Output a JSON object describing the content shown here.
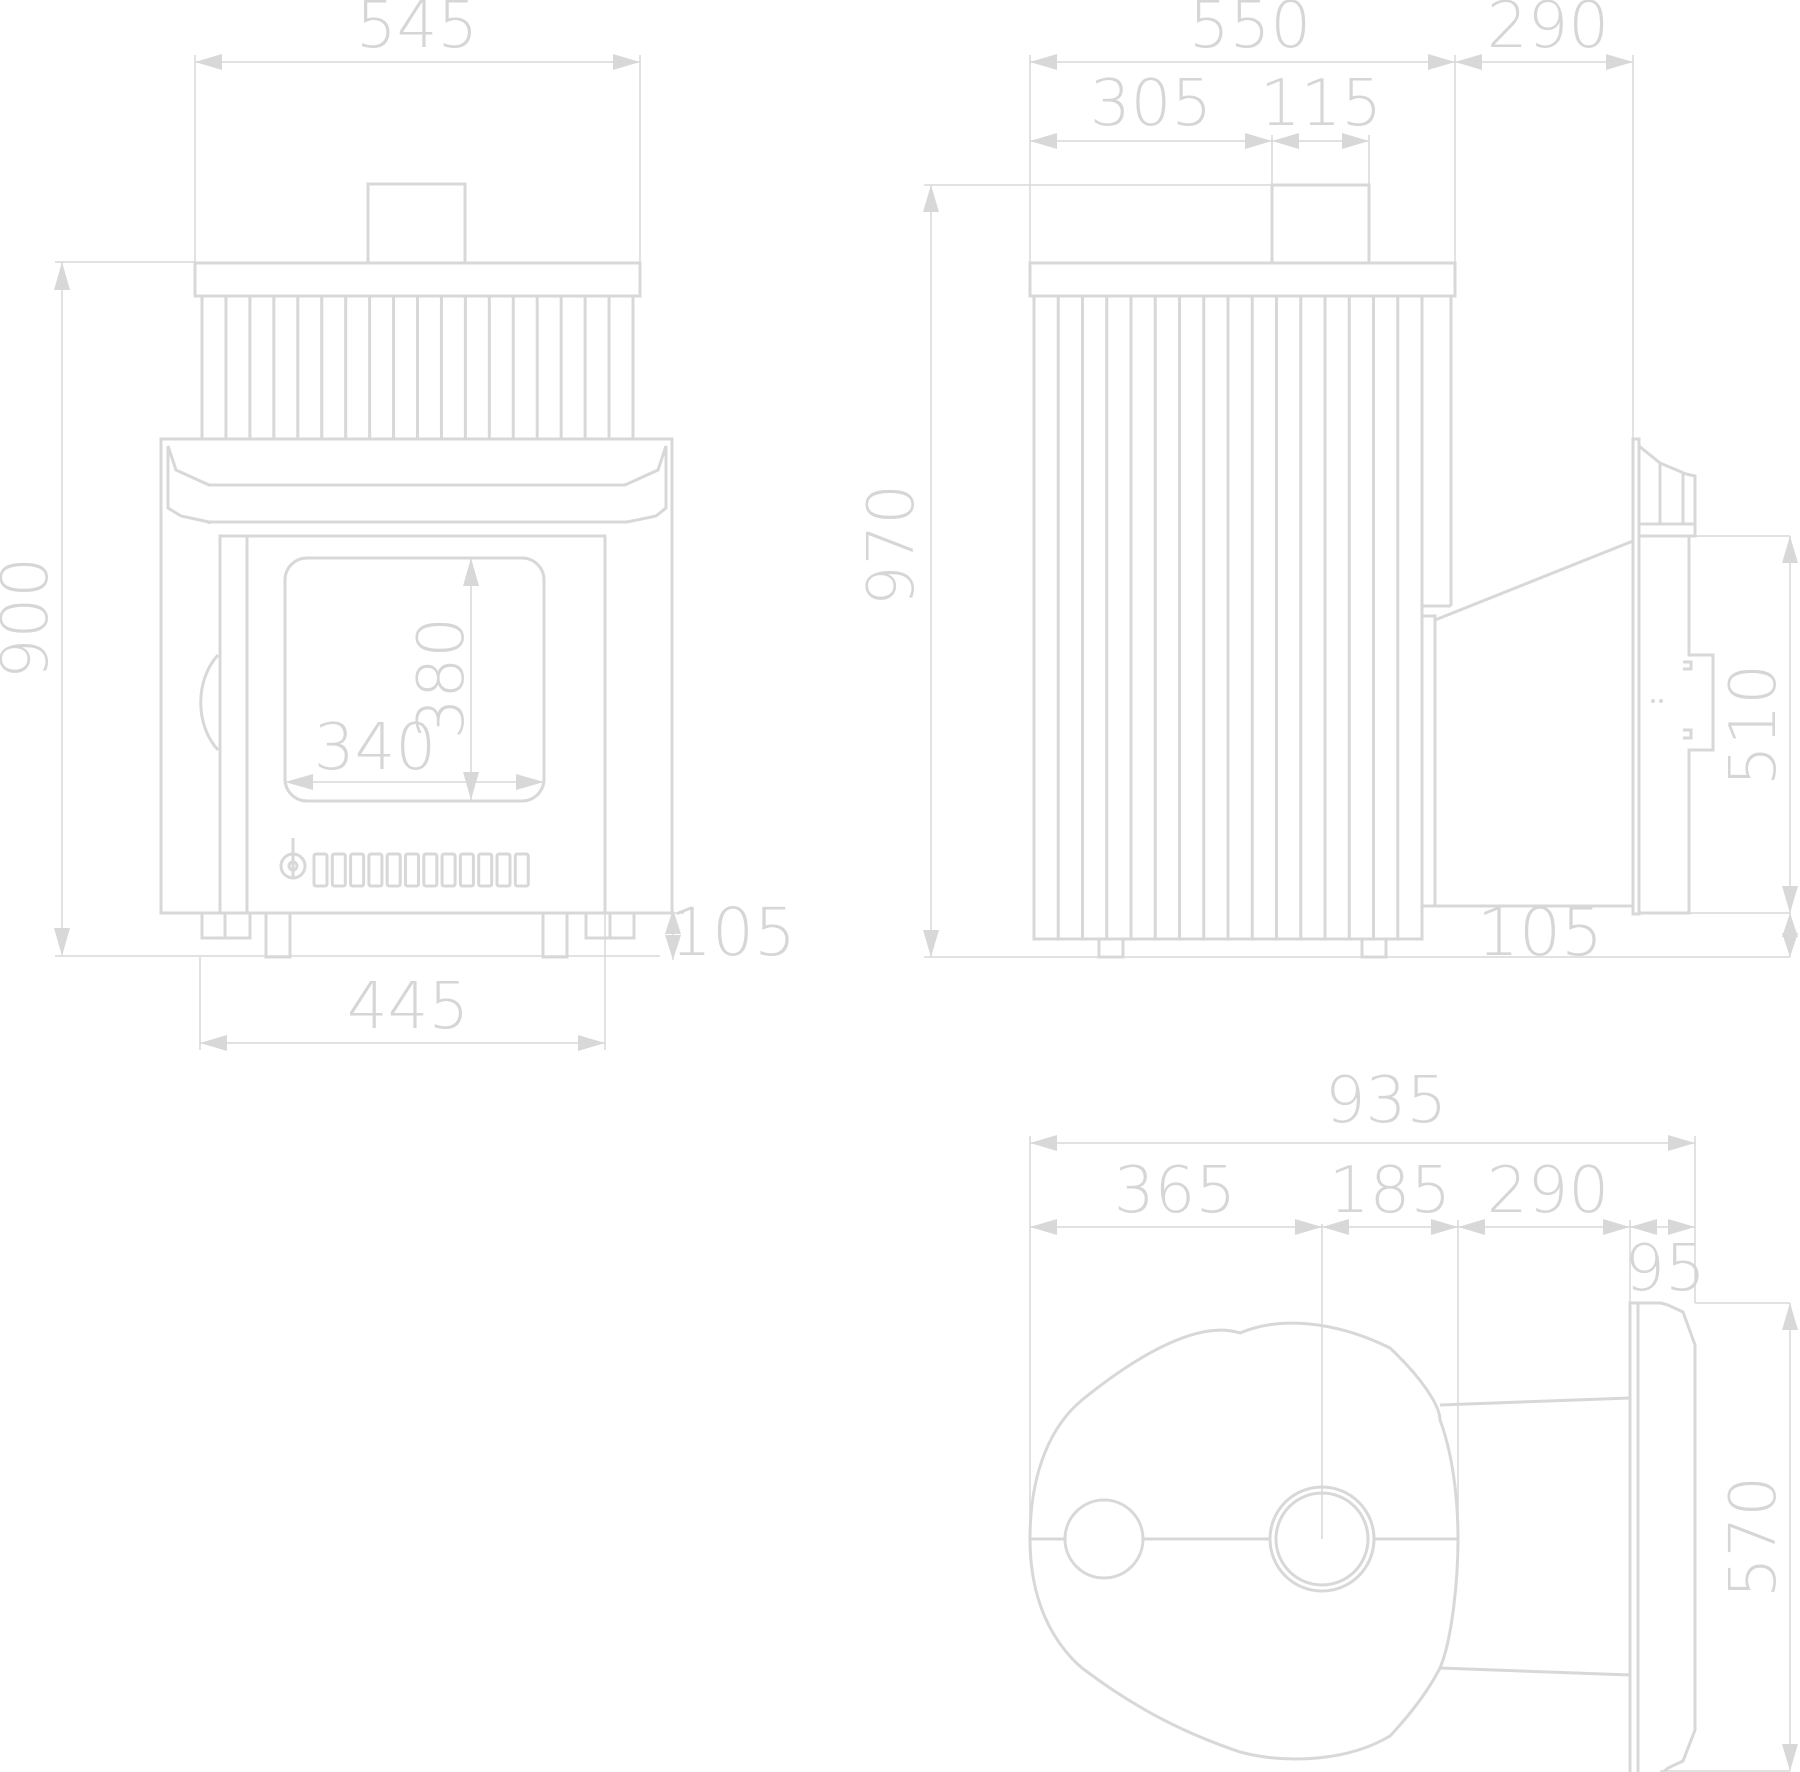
{
  "front_view": {
    "width_top": "545",
    "height_total": "900",
    "glass_width": "340",
    "glass_height": "380",
    "leg_height": "105",
    "width_bottom": "445"
  },
  "side_view": {
    "depth_body": "550",
    "depth_tunnel": "290",
    "chimney_offset": "305",
    "chimney_diameter": "115",
    "height_total": "970",
    "tunnel_height": "510",
    "leg_height": "105"
  },
  "top_view": {
    "length_total": "935",
    "chimney_offset": "365",
    "chimney_to_wall": "185",
    "tunnel_length": "290",
    "frame_depth": "95",
    "frame_width": "570"
  },
  "colors": {
    "line": "#d8d8d8",
    "text": "#d6d6d6",
    "background": "#ffffff"
  }
}
